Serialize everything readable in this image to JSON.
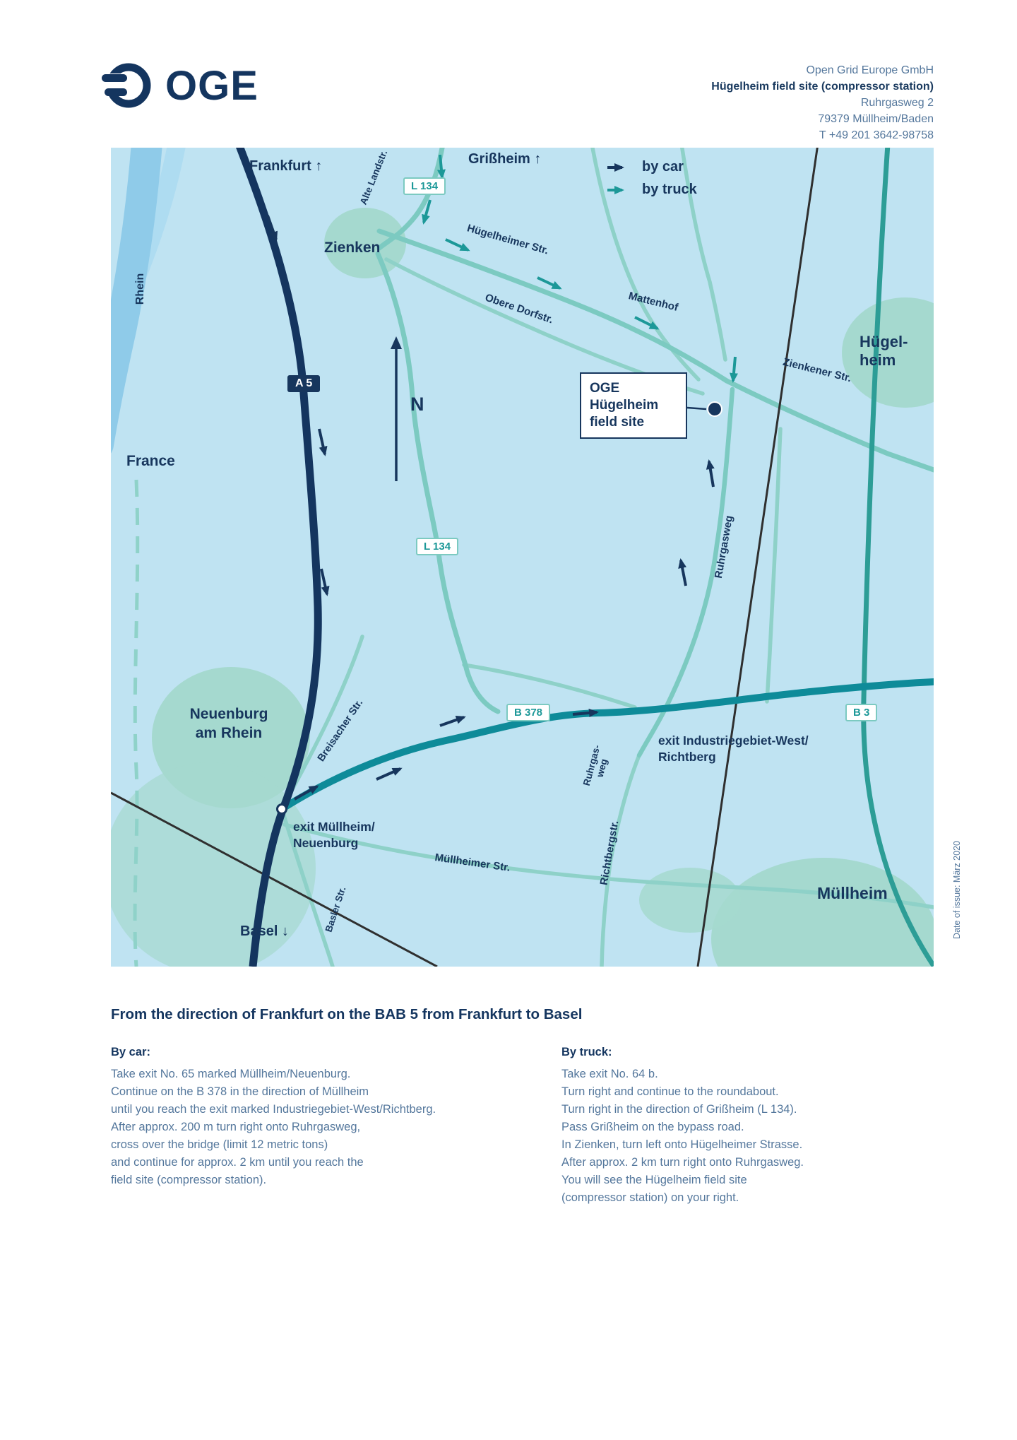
{
  "header": {
    "logo_text": "OGE",
    "address": {
      "company": "Open Grid Europe GmbH",
      "site": "Hügelheim field site (compressor station)",
      "street": "Ruhrgasweg 2",
      "city": "79379 Müllheim/Baden",
      "phone": "T +49 201 3642-98758"
    }
  },
  "map": {
    "legend": {
      "by_car": "by car",
      "by_truck": "by truck"
    },
    "badges": {
      "a5": "A 5",
      "l134": "L 134",
      "b378": "B 378",
      "b3": "B 3"
    },
    "labels": {
      "frankfurt": "Frankfurt ↑",
      "grissheim": "Grißheim ↑",
      "alte_landstr": "Alte Landstr.",
      "zienken": "Zienken",
      "huegelheimer_str": "Hügelheimer Str.",
      "rhein": "Rhein",
      "obere_dorfstr": "Obere Dorfstr.",
      "mattenhof": "Mattenhof",
      "zienkener_str": "Zienkener Str.",
      "huegelheim_line1": "Hügel-",
      "huegelheim_line2": "heim",
      "compass": "N",
      "france": "France",
      "ruhrgasweg": "Ruhrgasweg",
      "neuenburg_line1": "Neuenburg",
      "neuenburg_line2": "am Rhein",
      "breisacher_str": "Breisacher Str.",
      "exit_industriegebiet_line1": "exit Industriegebiet-West/",
      "exit_industriegebiet_line2": "Richtberg",
      "ruhrgas_weg_line1": "Ruhrgas-",
      "ruhrgas_weg_line2": "weg",
      "exit_muellheim_line1": "exit Müllheim/",
      "exit_muellheim_line2": "Neuenburg",
      "muellheimer_str": "Müllheimer Str.",
      "richtbergstr": "Richtbergstr.",
      "basel": "Basel ↓",
      "basler_str": "Basler Str.",
      "muellheim_city": "Müllheim"
    },
    "callout": {
      "line1": "OGE",
      "line2": "Hügelheim",
      "line3": "field site"
    },
    "date_note": "Date of issue: März 2020"
  },
  "directions": {
    "title": "From the direction of Frankfurt on the BAB 5 from Frankfurt to Basel",
    "by_car": {
      "heading": "By car:",
      "lines": [
        "Take exit No. 65 marked Müllheim/Neuenburg.",
        "Continue on the B 378 in the direction of Müllheim",
        "until you reach the exit marked Industriegebiet-West/Richtberg.",
        "After approx. 200 m turn right onto Ruhrgasweg,",
        "cross over the bridge (limit 12 metric tons)",
        "and continue for approx. 2 km until you reach the",
        "field site (compressor station)."
      ]
    },
    "by_truck": {
      "heading": "By truck:",
      "lines": [
        "Take exit No. 64 b.",
        "Turn right and continue to the roundabout.",
        "Turn right in the direction of Grißheim (L 134).",
        "Pass Grißheim on the bypass road.",
        "In Zienken, turn left onto Hügelheimer Strasse.",
        "After approx. 2 km turn right onto Ruhrgasweg.",
        "You will see the Hügelheim field site",
        "(compressor station) on your right."
      ]
    }
  },
  "colors": {
    "navy": "#17365d",
    "teal": "#1c9898",
    "road_dark_teal": "#0e8b99",
    "road_light_teal": "#8ed1c8",
    "map_bg": "#bfe3f2",
    "river_blue": "#8fcbe9",
    "body_text": "#54779c"
  }
}
